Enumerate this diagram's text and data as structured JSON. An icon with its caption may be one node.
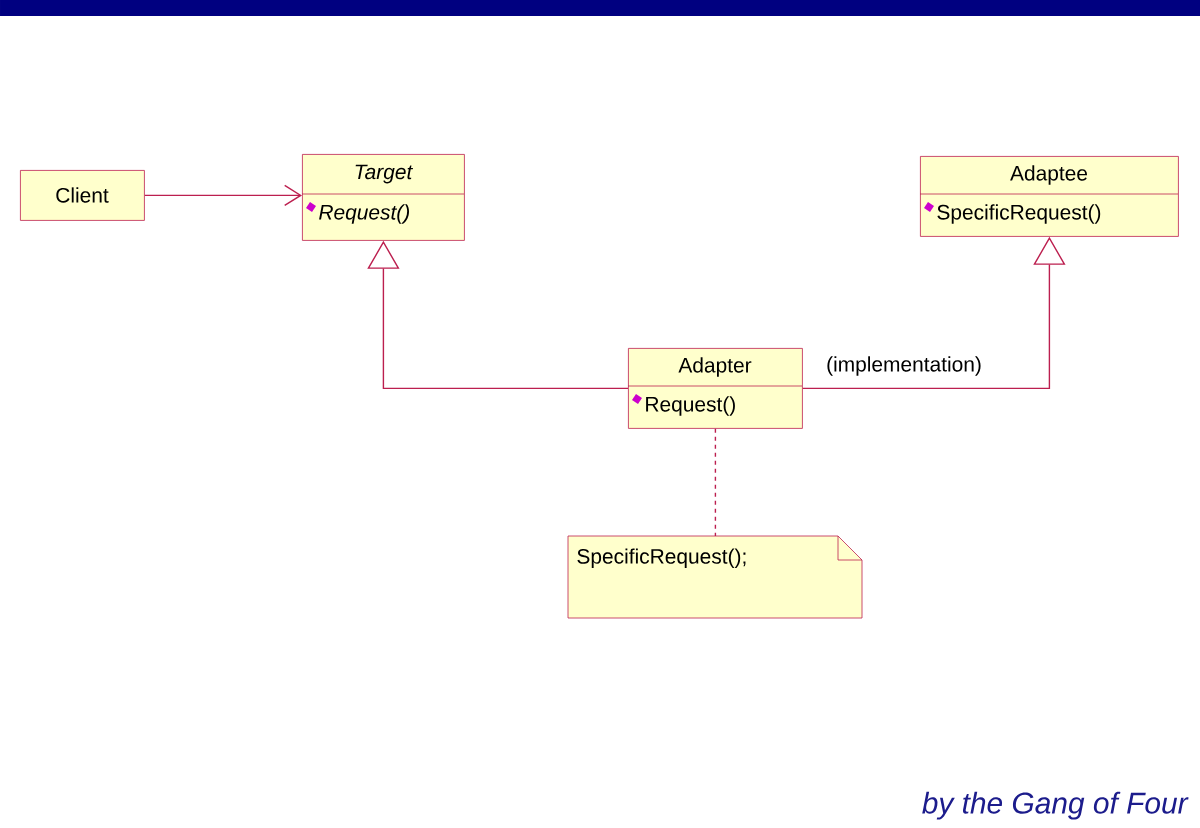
{
  "diagram": {
    "nodes": [
      {
        "text": [
          "Client"
        ]
      },
      {
        "text": [
          "Target",
          "Request()"
        ]
      },
      {
        "text": [
          "Adaptee",
          "SpecificRequest()"
        ]
      },
      {
        "text": [
          "Adapter",
          "Request()"
        ]
      },
      {
        "text": [
          "SpecificRequest();"
        ]
      }
    ],
    "edges": [
      {
        "from": 0,
        "to": 1,
        "arrow": "to"
      },
      {
        "from": 3,
        "to": 1,
        "arrow": "to"
      },
      {
        "from": 3,
        "to": 2,
        "arrow": "to",
        "label": "(implementation)"
      },
      {
        "from": 3,
        "to": 4,
        "arrow": "none",
        "style": "dashed"
      }
    ],
    "labels": [
      "by the Gang of Four"
    ]
  }
}
